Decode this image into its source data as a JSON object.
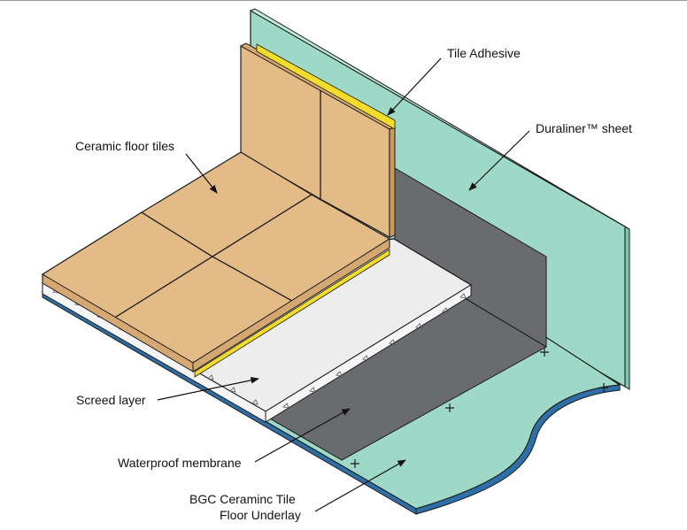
{
  "labels": {
    "tile_adhesive": "Tile Adhesive",
    "duraliner_sheet": "Duraliner™ sheet",
    "ceramic_floor_tiles": "Ceramic floor tiles",
    "screed_layer": "Screed layer",
    "waterproof_membrane": "Waterproof membrane",
    "underlay_line1": "BGC Ceraminc Tile",
    "underlay_line2": "Floor Underlay"
  },
  "colors": {
    "duraliner": "#9ed8c6",
    "underlay_edge": "#2f6fa8",
    "tile": "#e3bb87",
    "adhesive": "#f4dc2a",
    "membrane": "#6a6b6e",
    "screed": "#ededed",
    "outline": "#1a1a1a"
  }
}
